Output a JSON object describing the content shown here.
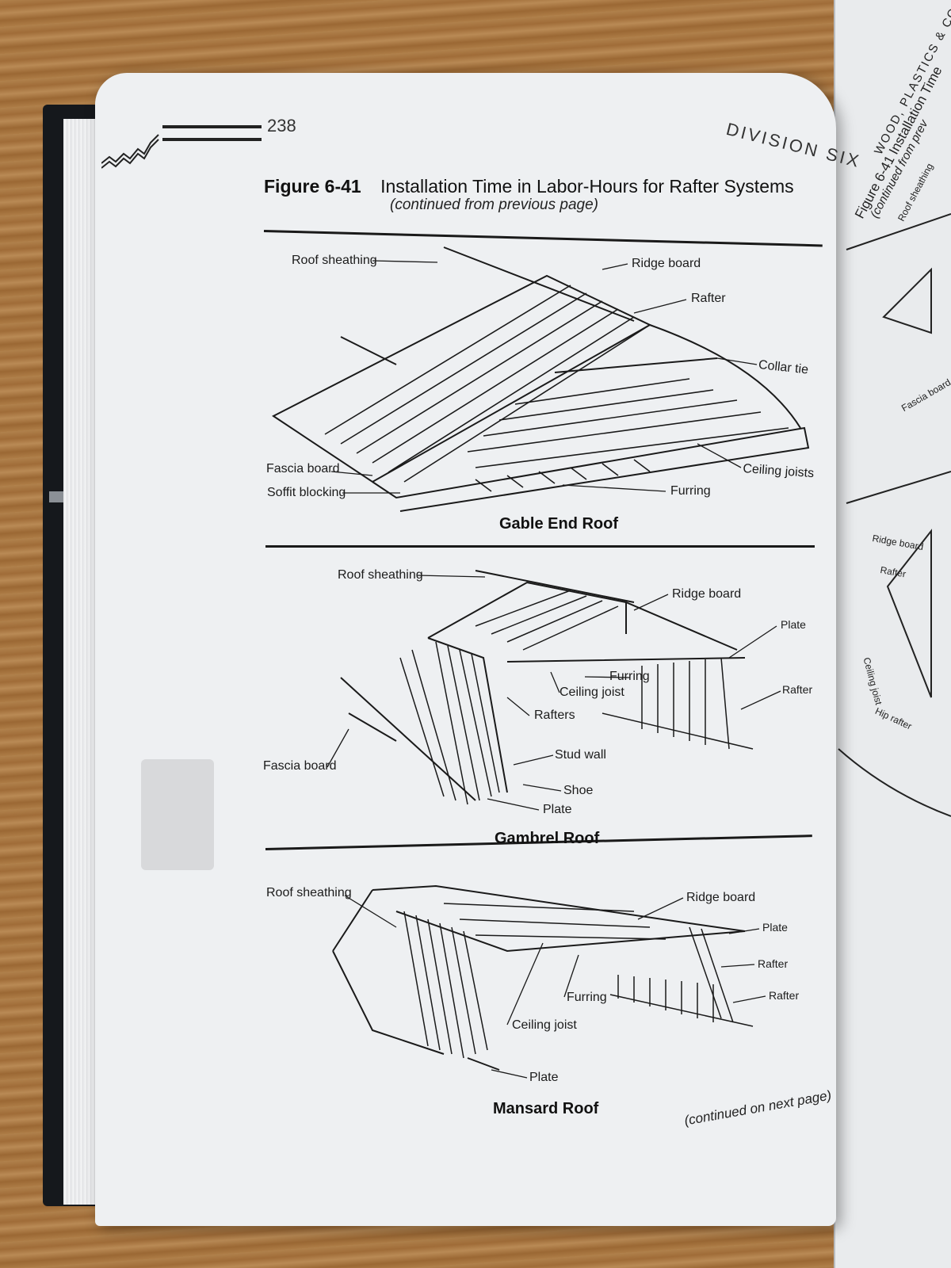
{
  "page": {
    "page_number": "238",
    "running_head": "DIVISION SIX",
    "figure_label": "Figure 6-41",
    "figure_title": "Installation Time in Labor-Hours for Rafter Systems",
    "figure_subtitle": "(continued from previous page)",
    "footer_note": "(continued on next page)"
  },
  "gable": {
    "caption": "Gable End Roof",
    "labels": {
      "roof_sheathing": "Roof sheathing",
      "ridge_board": "Ridge board",
      "rafter": "Rafter",
      "collar_tie": "Collar tie",
      "fascia_board": "Fascia board",
      "soffit_blocking": "Soffit blocking",
      "ceiling_joists": "Ceiling joists",
      "furring": "Furring"
    }
  },
  "gambrel": {
    "caption": "Gambrel Roof",
    "labels": {
      "roof_sheathing": "Roof sheathing",
      "ridge_board": "Ridge board",
      "plate_top": "Plate",
      "furring": "Furring",
      "ceiling_joist": "Ceiling joist",
      "rafters": "Rafters",
      "rafter_right": "Rafter",
      "stud_wall": "Stud wall",
      "fascia_board": "Fascia board",
      "shoe": "Shoe",
      "plate_bottom": "Plate"
    }
  },
  "mansard": {
    "caption": "Mansard Roof",
    "labels": {
      "roof_sheathing": "Roof sheathing",
      "ridge_board": "Ridge board",
      "plate_top": "Plate",
      "rafter_1": "Rafter",
      "rafter_2": "Rafter",
      "furring": "Furring",
      "ceiling_joist": "Ceiling joist",
      "plate_bottom": "Plate"
    }
  },
  "opposite_page": {
    "header_fragment": "WOOD, PLASTICS & CO",
    "figure_fragment": "Figure 6-41  Installation Time",
    "sub_fragment": "(continued from prev",
    "labels": [
      "Roof sheathing",
      "Fascia board",
      "Ridge board",
      "Rafter",
      "Ceiling joist",
      "Hip rafter"
    ]
  },
  "colors": {
    "ink": "#1a1a1a",
    "paper": "#eef0f2",
    "wood": "#a97a46",
    "cover": "#15181c"
  }
}
